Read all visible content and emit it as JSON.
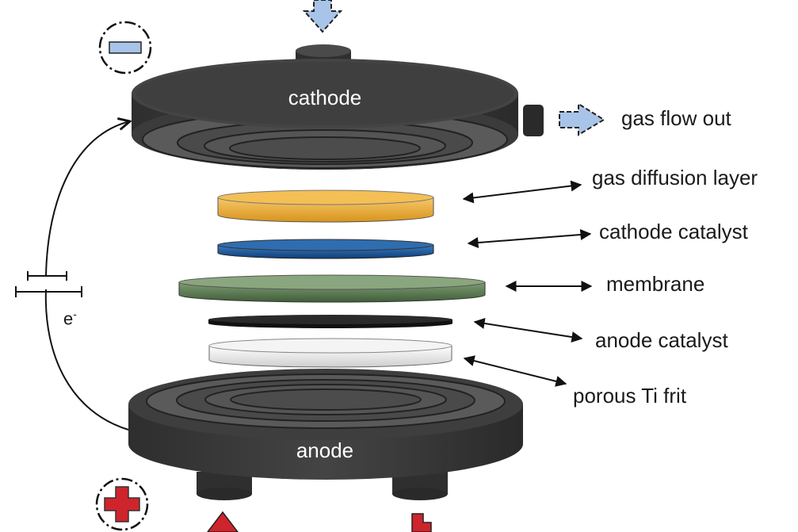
{
  "plates": {
    "cathode": "cathode",
    "anode": "anode"
  },
  "labels": {
    "gas_flow_out": "gas flow out",
    "gas_diffusion_layer": "gas diffusion layer",
    "cathode_catalyst": "cathode catalyst",
    "membrane": "membrane",
    "anode_catalyst": "anode catalyst",
    "porous_ti_frit": "porous Ti frit"
  },
  "circuit": {
    "electron_symbol": "e",
    "electron_superscript": "-"
  },
  "colors": {
    "plate": "#3a3a3a",
    "plate_top": "#4a4a4a",
    "gas_diffusion_layer": "#f0b040",
    "cathode_catalyst": "#1a5aa0",
    "membrane": "#5a7a50",
    "anode_catalyst": "#1a1a1a",
    "porous_ti_frit": "#f0f0f0",
    "gas_arrow": "#a8c4e8",
    "positive": "#d0242c",
    "negative": "#a8c4e8"
  },
  "icons": {
    "negative_terminal": "minus-icon",
    "positive_terminal": "plus-icon",
    "gas_in": "arrow-down-icon",
    "gas_out": "arrow-right-icon",
    "water_in": "arrow-up-icon"
  }
}
